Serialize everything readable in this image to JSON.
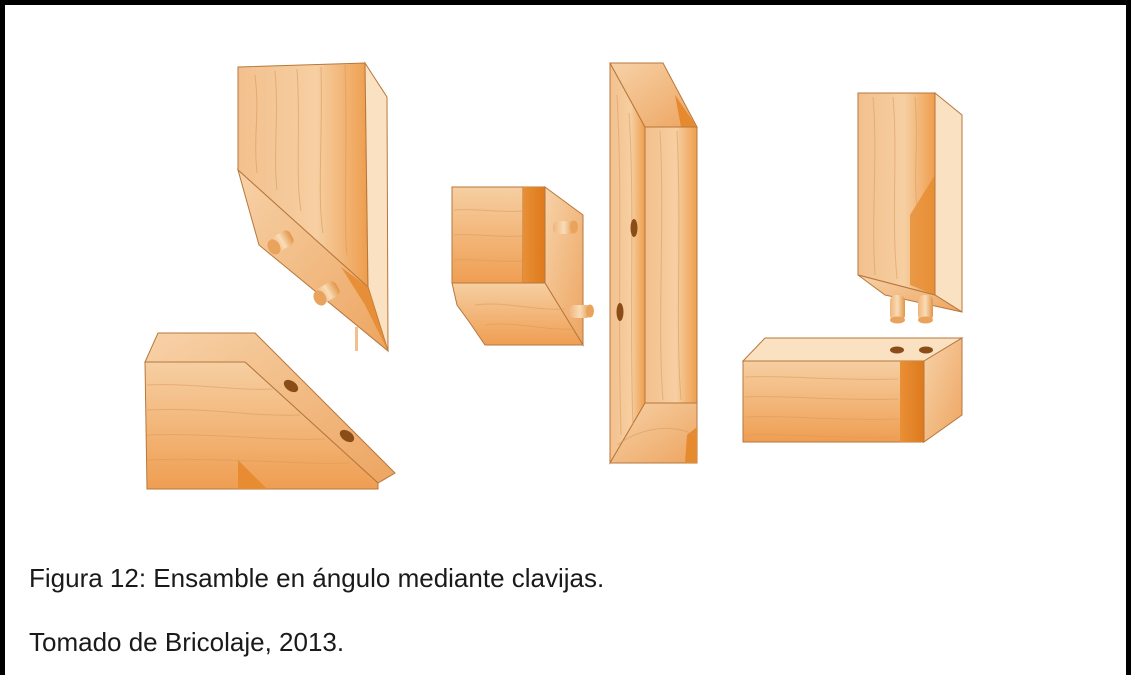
{
  "figure": {
    "caption": "Figura 12: Ensamble en ángulo mediante clavijas.",
    "source": "Tomado de Bricolaje, 2013.",
    "illustration_parts": [
      "dowel-joint-miter-illustration",
      "dowel-joint-t-butt-illustration",
      "dowel-joint-corner-illustration"
    ],
    "colors": {
      "wood_light": "#f6cfa2",
      "wood_mid": "#eeb073",
      "wood_dark": "#e58a2e",
      "wood_edge": "#f9e1c2",
      "outline": "#3b2410"
    }
  }
}
